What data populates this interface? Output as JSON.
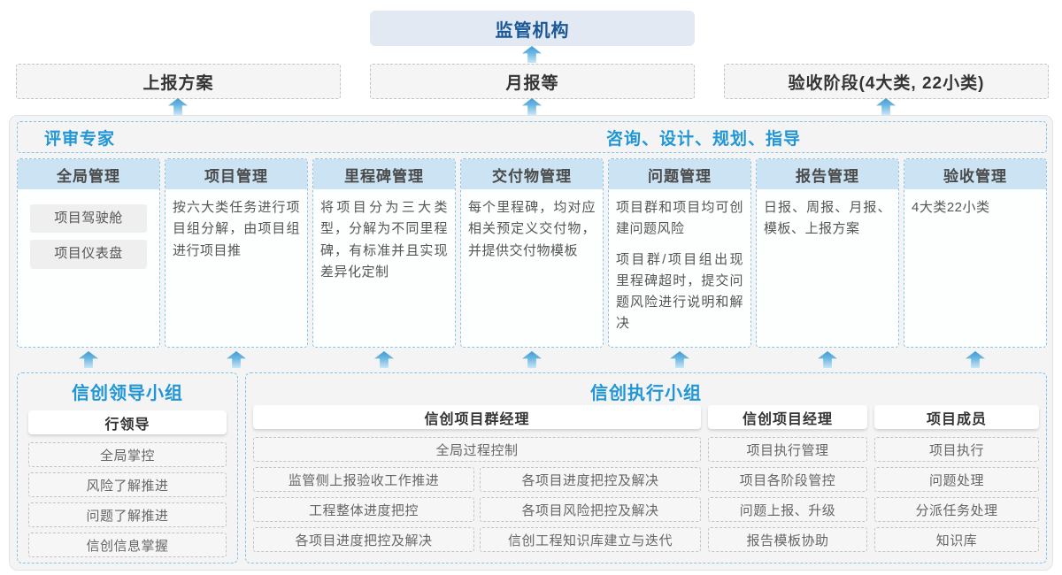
{
  "top": {
    "regulator": "监管机构"
  },
  "row2": [
    {
      "label": "上报方案"
    },
    {
      "label": "月报等"
    },
    {
      "label": "验收阶段(4大类, 22小类)"
    }
  ],
  "main": {
    "left_header": "评审专家",
    "right_header": "咨询、设计、规划、指导",
    "columns": [
      {
        "title": "全局管理",
        "items": [
          "项目驾驶舱",
          "项目仪表盘"
        ]
      },
      {
        "title": "项目管理",
        "paragraphs": [
          "按六大类任务进行项目组分解，由项目组进行项目推"
        ]
      },
      {
        "title": "里程碑管理",
        "paragraphs": [
          "将项目分为三大类型，分解为不同里程碑，有标准并且实现差异化定制"
        ]
      },
      {
        "title": "交付物管理",
        "paragraphs": [
          "每个里程碑，均对应相关预定义交付物，并提供交付物模板"
        ]
      },
      {
        "title": "问题管理",
        "paragraphs": [
          "项目群和项目均可创建问题风险",
          "项目群/项目组出现里程碑超时，提交问题风险进行说明和解决"
        ]
      },
      {
        "title": "报告管理",
        "paragraphs": [
          "日报、周报、月报、模板、上报方案"
        ]
      },
      {
        "title": "验收管理",
        "paragraphs": [
          "4大类22小类"
        ]
      }
    ]
  },
  "bottom": {
    "leader_group": {
      "title": "信创领导小组",
      "role": "行领导",
      "items": [
        "全局掌控",
        "风险了解推进",
        "问题了解推进",
        "信创信息掌握"
      ]
    },
    "exec_group": {
      "title": "信创执行小组",
      "pgm_manager": {
        "role": "信创项目群经理",
        "full_item": "全局过程控制",
        "left_items": [
          "监管侧上报验收工作推进",
          "工程整体进度把控",
          "各项目进度把控及解决"
        ],
        "right_items": [
          "各项目进度把控及解决",
          "各项目风险把控及解决",
          "信创工程知识库建立与迭代"
        ]
      },
      "pm": {
        "role": "信创项目经理",
        "items": [
          "项目执行管理",
          "项目各阶段管控",
          "问题上报、升级",
          "报告模板协助"
        ]
      },
      "member": {
        "role": "项目成员",
        "items": [
          "项目执行",
          "问题处理",
          "分派任务处理",
          "知识库"
        ]
      }
    }
  },
  "icons": {
    "up_arrow": "up-arrow"
  },
  "colors": {
    "accent_blue": "#2196d6",
    "dark_blue": "#1a5796",
    "regulator_bg": "#e2e9f3",
    "column_header_bg": "#cbe3f2",
    "panel_bg": "#f4f4f4",
    "dashed_blue": "#85c2e8",
    "dashed_gray": "#c3c3c3",
    "arrow_blue": "#3e9cd4"
  }
}
